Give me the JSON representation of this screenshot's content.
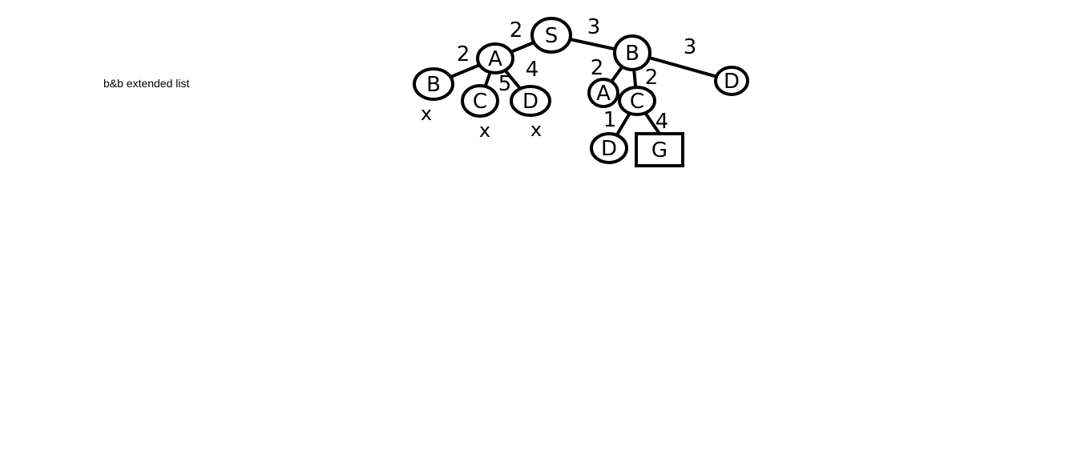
{
  "caption": "b&b extended list",
  "colors": {
    "ink": "#000000",
    "background": "#ffffff"
  },
  "tree": {
    "nodes": [
      {
        "id": "S",
        "label": "S",
        "shape": "ellipse"
      },
      {
        "id": "A1",
        "label": "A",
        "shape": "ellipse"
      },
      {
        "id": "B1",
        "label": "B",
        "shape": "ellipse"
      },
      {
        "id": "C1",
        "label": "C",
        "shape": "ellipse"
      },
      {
        "id": "D1",
        "label": "D",
        "shape": "ellipse"
      },
      {
        "id": "B2",
        "label": "B",
        "shape": "ellipse"
      },
      {
        "id": "A2",
        "label": "A",
        "shape": "ellipse"
      },
      {
        "id": "C2",
        "label": "C",
        "shape": "ellipse"
      },
      {
        "id": "D2",
        "label": "D",
        "shape": "ellipse"
      },
      {
        "id": "D3",
        "label": "D",
        "shape": "ellipse"
      },
      {
        "id": "G",
        "label": "G",
        "shape": "box"
      }
    ],
    "edges": [
      {
        "from": "S",
        "to": "A1",
        "cost": "2"
      },
      {
        "from": "S",
        "to": "B2",
        "cost": "3"
      },
      {
        "from": "A1",
        "to": "B1",
        "cost": "2"
      },
      {
        "from": "A1",
        "to": "C1",
        "cost": "5"
      },
      {
        "from": "A1",
        "to": "D1",
        "cost": "4"
      },
      {
        "from": "B2",
        "to": "A2",
        "cost": "2"
      },
      {
        "from": "B2",
        "to": "C2",
        "cost": "2"
      },
      {
        "from": "B2",
        "to": "D2",
        "cost": "3"
      },
      {
        "from": "C2",
        "to": "D3",
        "cost": "1"
      },
      {
        "from": "C2",
        "to": "G",
        "cost": "4"
      }
    ],
    "pruned_marks": [
      {
        "node": "B1",
        "label": "x"
      },
      {
        "node": "C1",
        "label": "x"
      },
      {
        "node": "D1",
        "label": "x"
      }
    ]
  }
}
